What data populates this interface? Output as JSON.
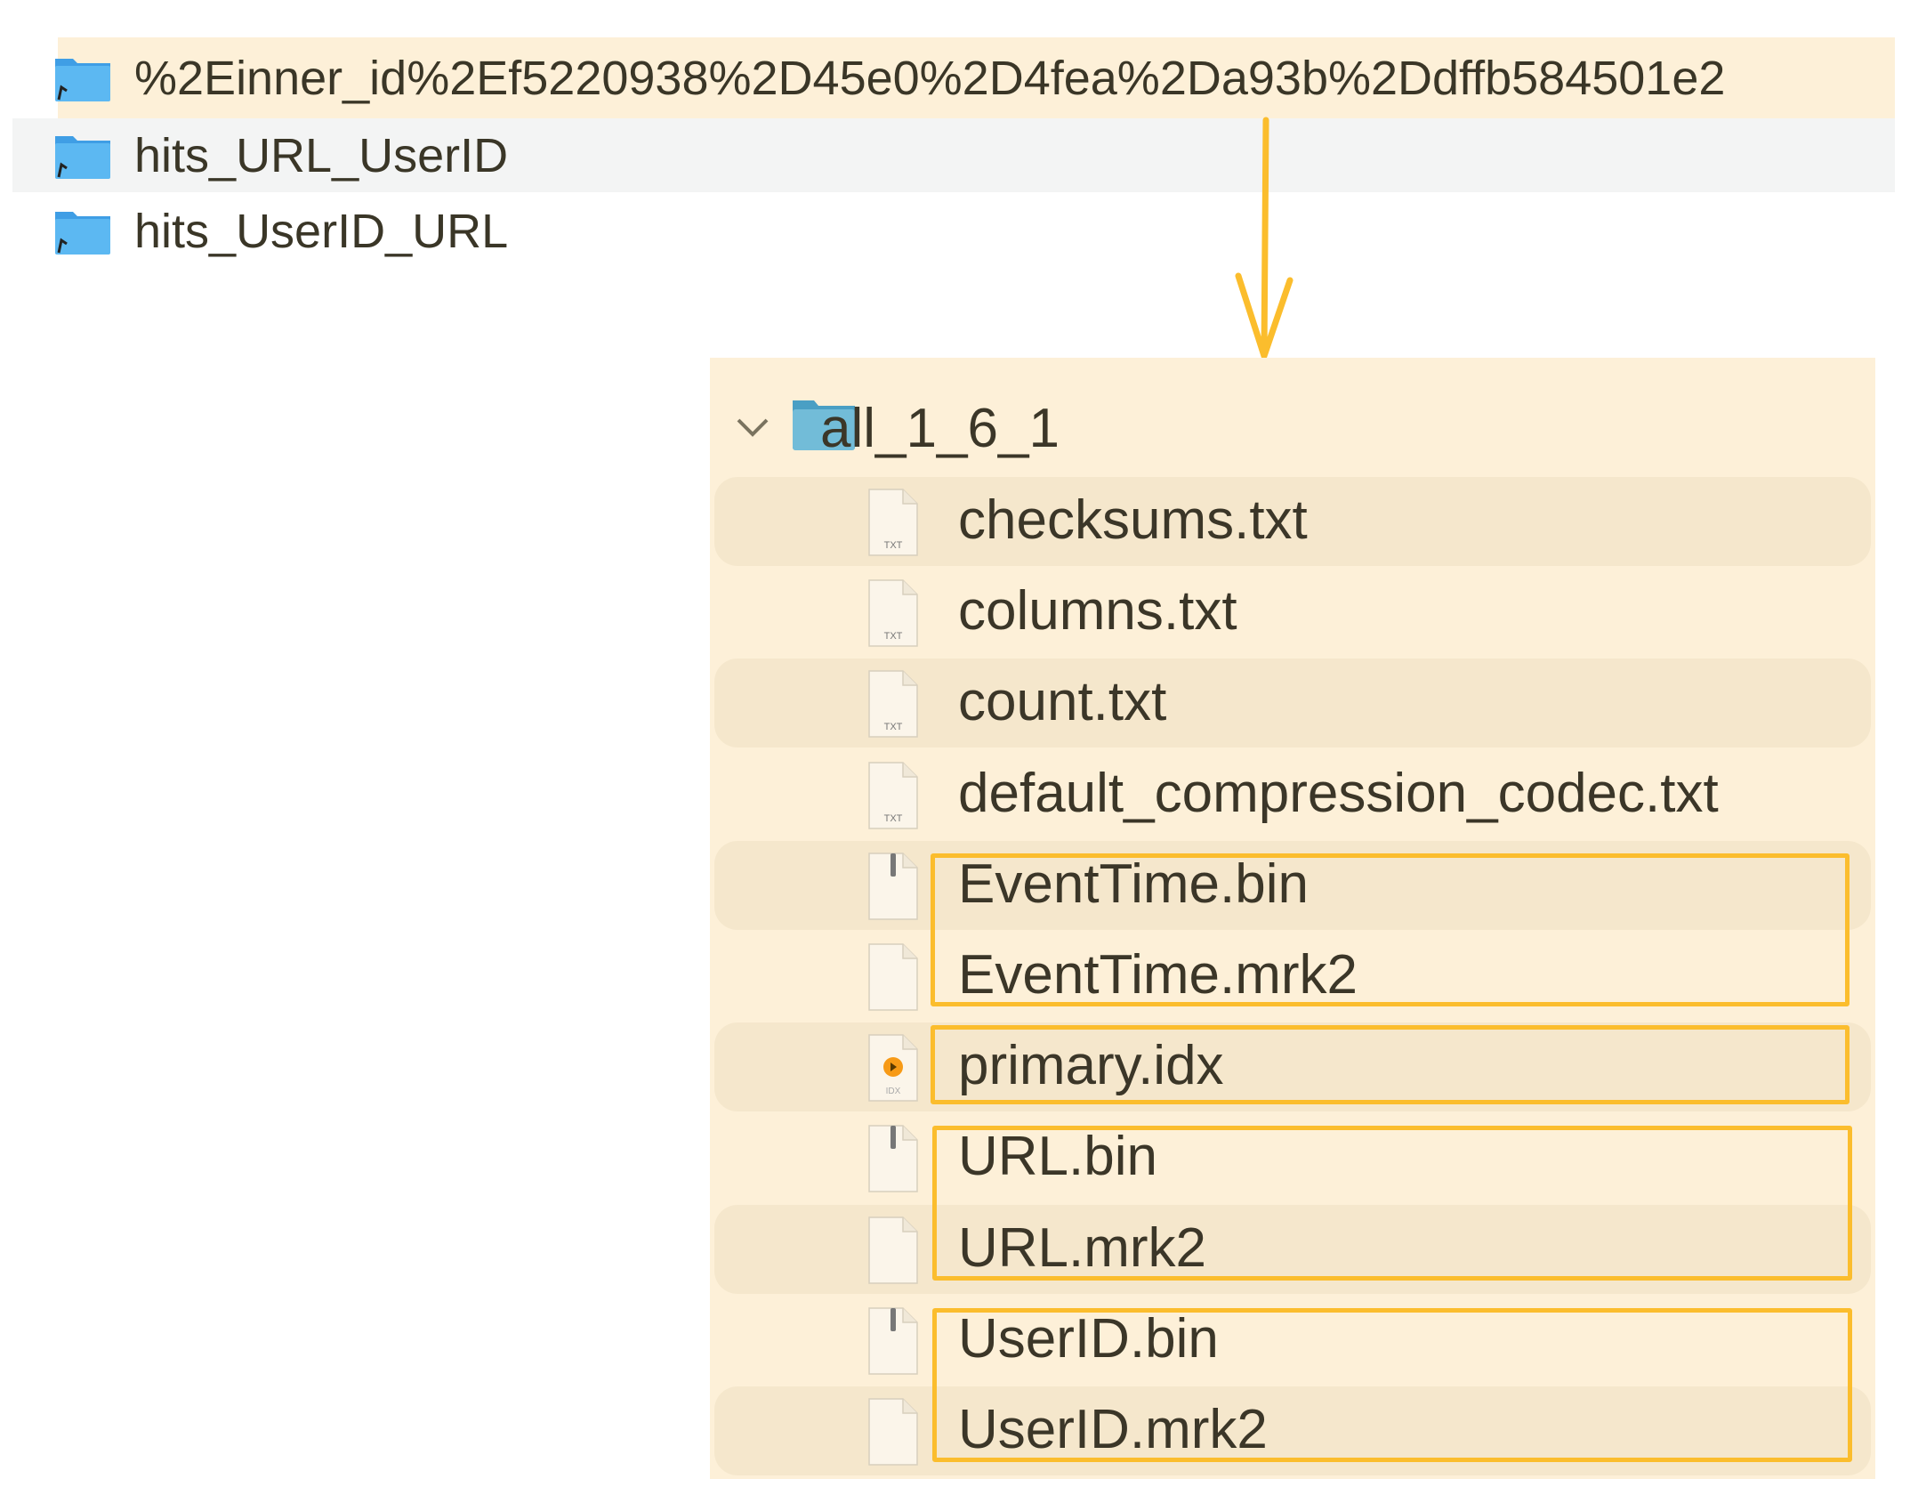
{
  "top_list": {
    "items": [
      {
        "name": "%2Einner_id%2Ef5220938%2D45e0%2D4fea%2Da93b%2Ddffb584501e2",
        "icon": "folder-alias-icon",
        "highlighted": true
      },
      {
        "name": "hits_URL_UserID",
        "icon": "folder-alias-icon",
        "selected": true
      },
      {
        "name": "hits_UserID_URL",
        "icon": "folder-alias-icon"
      }
    ]
  },
  "panel": {
    "folder": {
      "name": "all_1_6_1",
      "icon": "folder-icon",
      "expanded": true
    },
    "files": [
      {
        "name": "checksums.txt",
        "icon": "txt-file-icon",
        "icon_label": "TXT"
      },
      {
        "name": "columns.txt",
        "icon": "txt-file-icon",
        "icon_label": "TXT"
      },
      {
        "name": "count.txt",
        "icon": "txt-file-icon",
        "icon_label": "TXT"
      },
      {
        "name": "default_compression_codec.txt",
        "icon": "txt-file-icon",
        "icon_label": "TXT"
      },
      {
        "name": "EventTime.bin",
        "icon": "archive-file-icon"
      },
      {
        "name": "EventTime.mrk2",
        "icon": "blank-file-icon"
      },
      {
        "name": "primary.idx",
        "icon": "idx-file-icon",
        "icon_label": "IDX"
      },
      {
        "name": "URL.bin",
        "icon": "archive-file-icon"
      },
      {
        "name": "URL.mrk2",
        "icon": "blank-file-icon"
      },
      {
        "name": "UserID.bin",
        "icon": "archive-file-icon"
      },
      {
        "name": "UserID.mrk2",
        "icon": "blank-file-icon"
      }
    ]
  },
  "colors": {
    "highlight": "#fdf0d8",
    "row_shade": "#f5e7cc",
    "selected_row": "#f3f4f4",
    "annotation": "#fbbd2d",
    "folder_blue": "#4fb0ee"
  }
}
